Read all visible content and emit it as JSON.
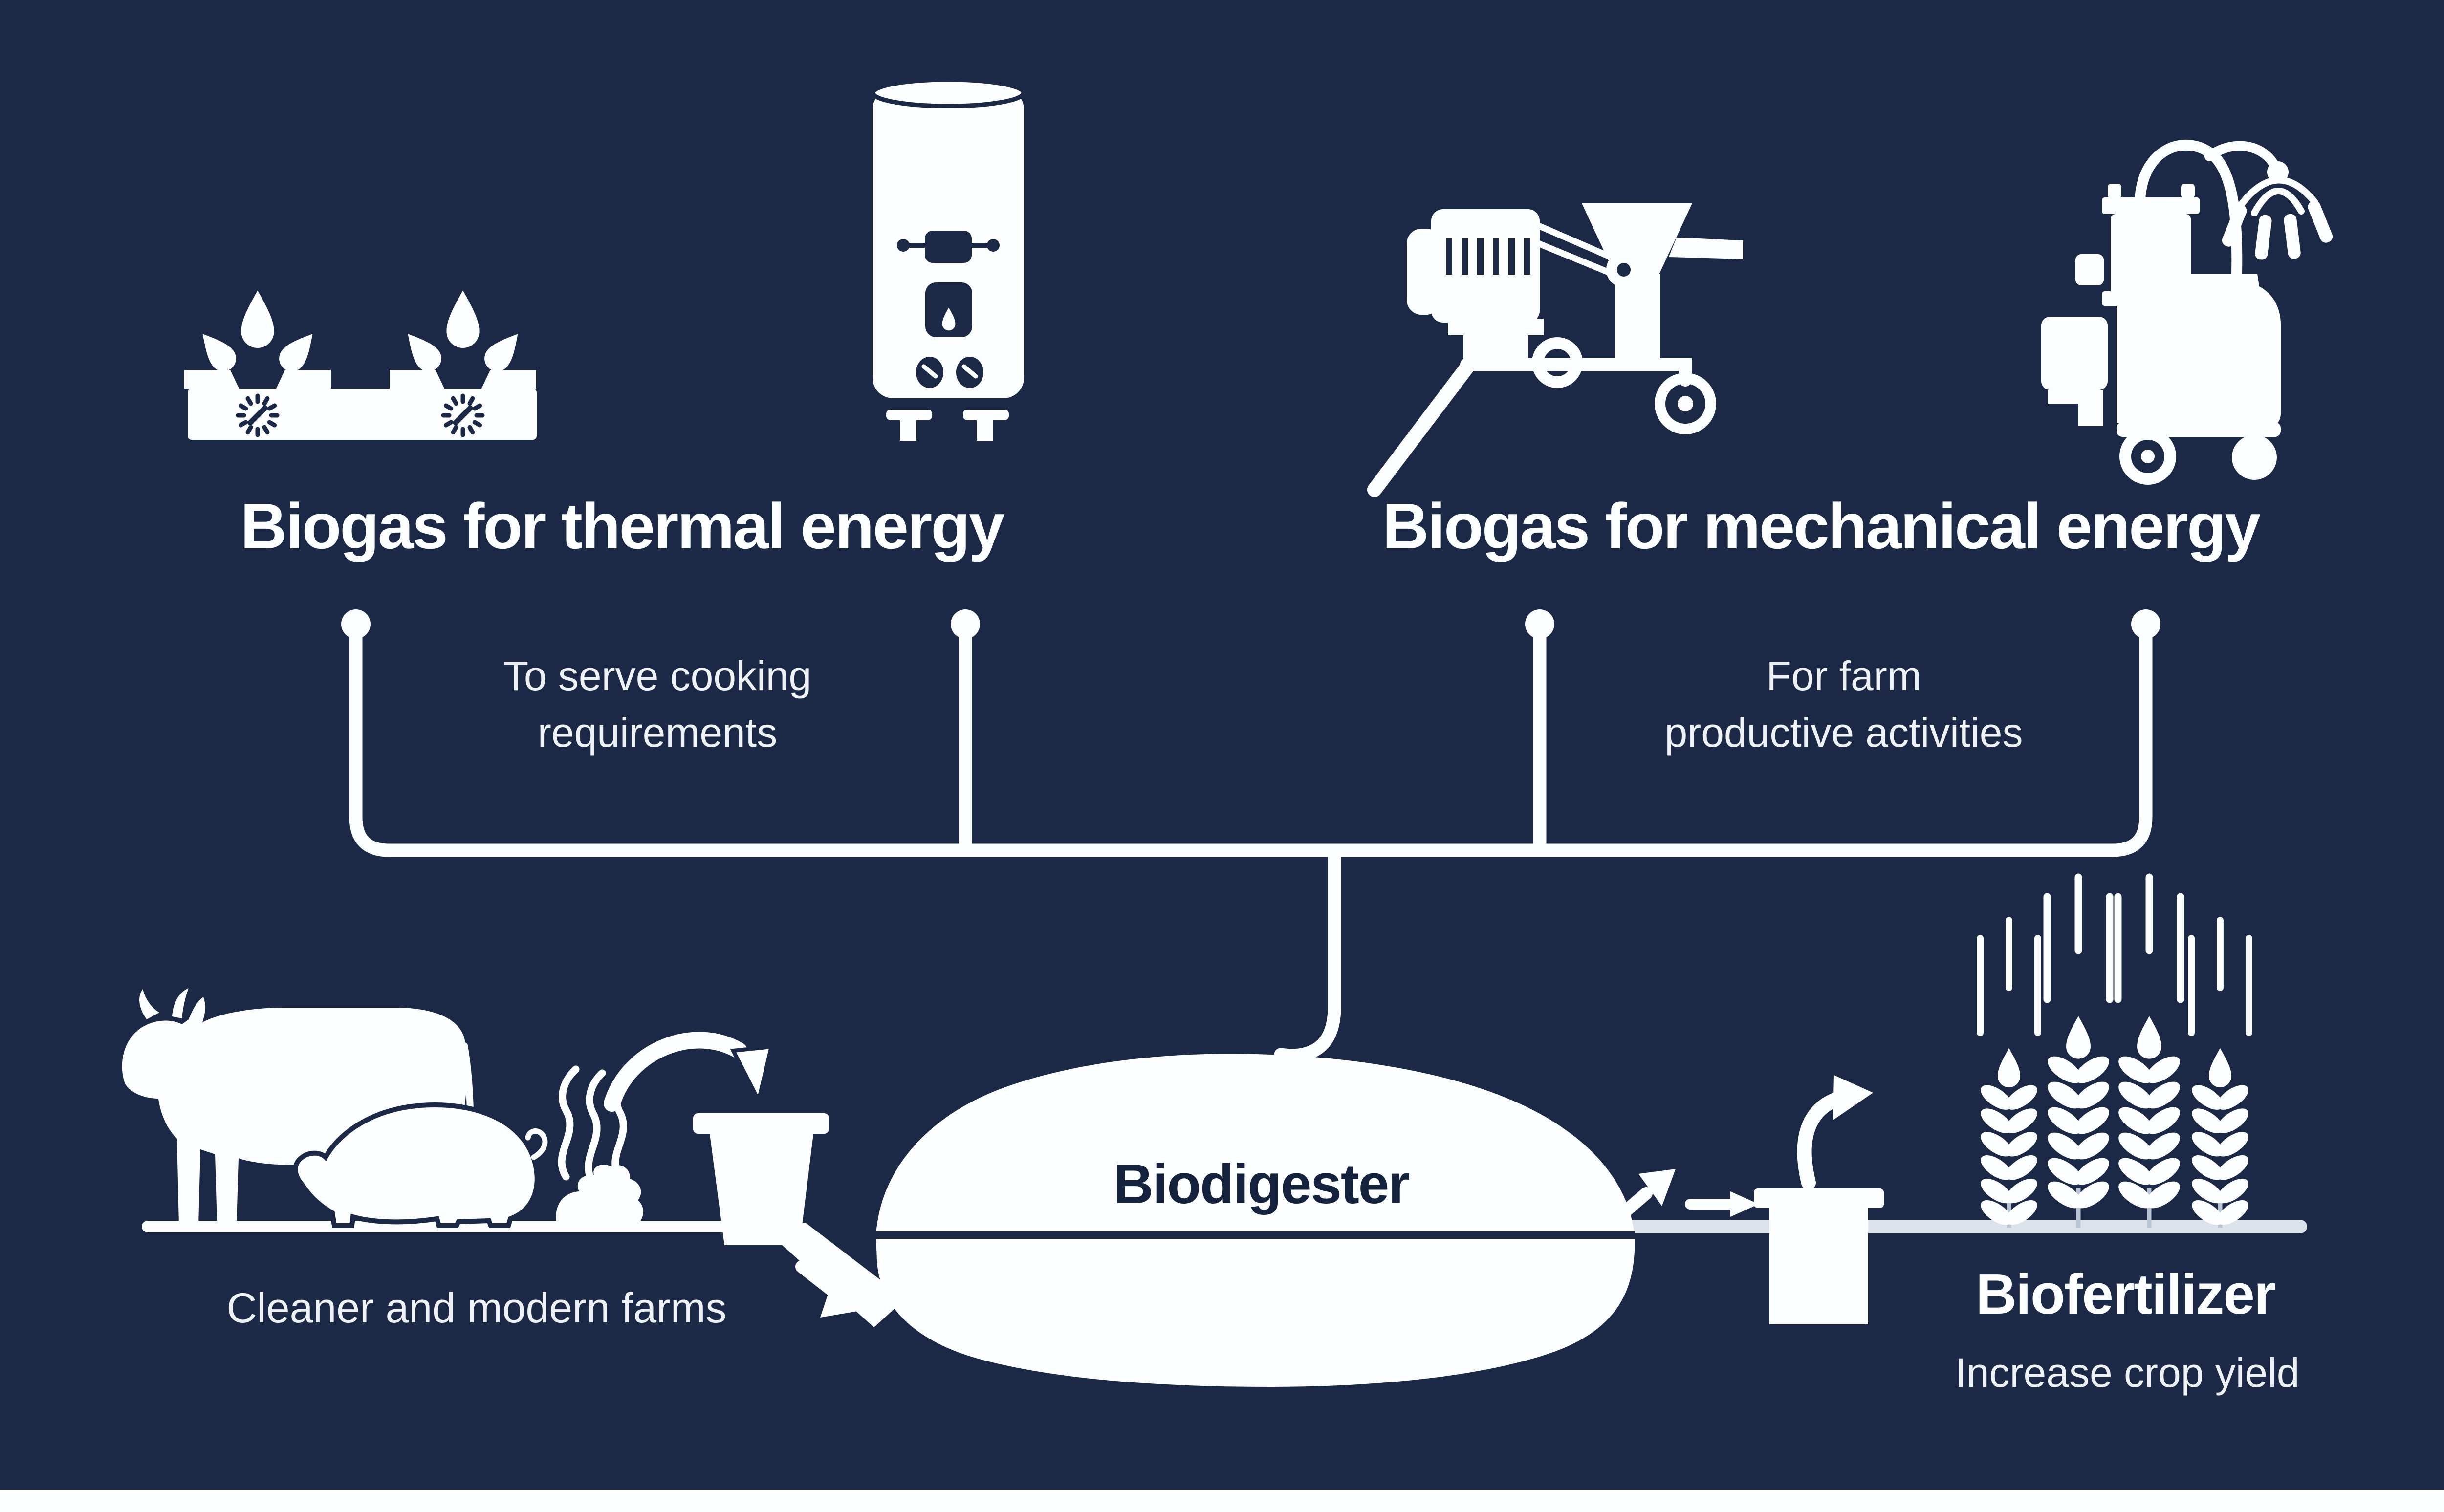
{
  "colors": {
    "background": "#1b2947",
    "white": "#fbfdfe",
    "ink": "#15223d",
    "ground_line_right": "#dbe2ea",
    "wheat_stem": "#b9c4d4"
  },
  "top_left": {
    "title": "Biogas for thermal energy",
    "note_line1": "To serve cooking",
    "note_line2": "requirements",
    "icons": [
      "gas-stove-icon",
      "water-heater-icon"
    ]
  },
  "top_right": {
    "title": "Biogas for mechanical energy",
    "note_line1": "For farm",
    "note_line2": "productive activities",
    "icons": [
      "feed-grinder-icon",
      "milking-machine-icon"
    ]
  },
  "center": {
    "digester_label": "Biodigester"
  },
  "bottom_left": {
    "caption": "Cleaner and modern farms",
    "icons": [
      "cow-icon",
      "pig-icon",
      "manure-icon",
      "steam-icon",
      "inlet-tank-icon",
      "curved-arrow-icon"
    ]
  },
  "bottom_right": {
    "heading": "Biofertilizer",
    "caption": "Increase crop yield",
    "icons": [
      "outlet-tank-icon",
      "wheat-icon",
      "curved-arrow-icon",
      "right-arrow-icon"
    ]
  }
}
